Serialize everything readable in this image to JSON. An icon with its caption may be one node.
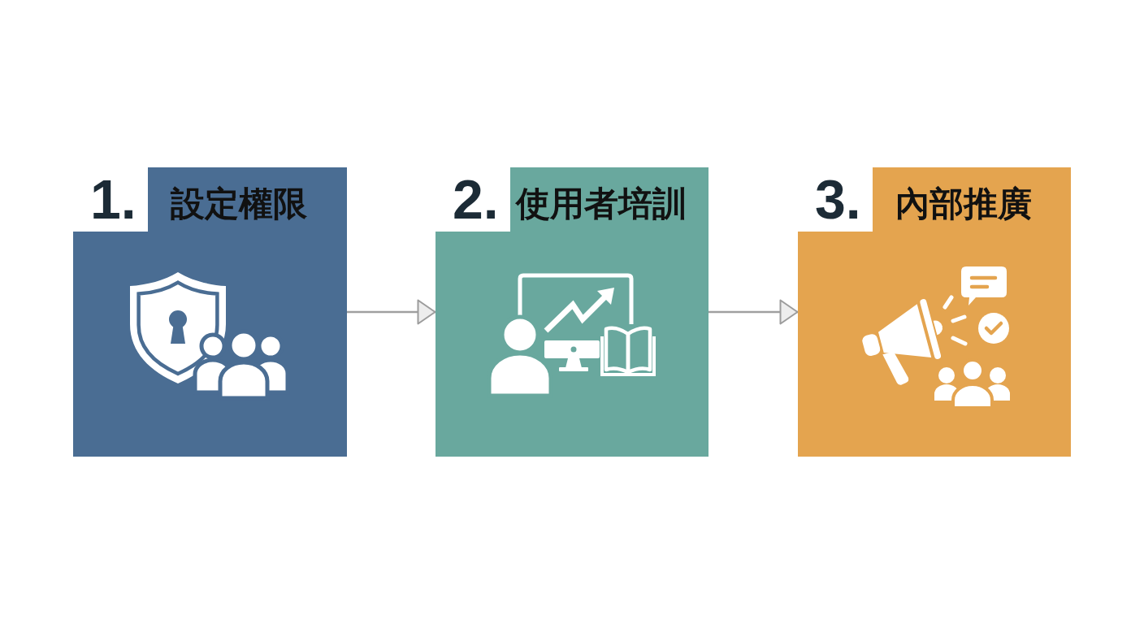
{
  "diagram": {
    "nodes": [
      {
        "text": [
          "1.",
          "設定權限"
        ]
      },
      {
        "text": [
          "2.",
          "使用者培訓"
        ]
      },
      {
        "text": [
          "3.",
          "內部推廣"
        ]
      }
    ],
    "edges": [
      {
        "from": 0,
        "to": 1,
        "arrow": "to"
      },
      {
        "from": 1,
        "to": 2,
        "arrow": "to"
      }
    ]
  }
}
